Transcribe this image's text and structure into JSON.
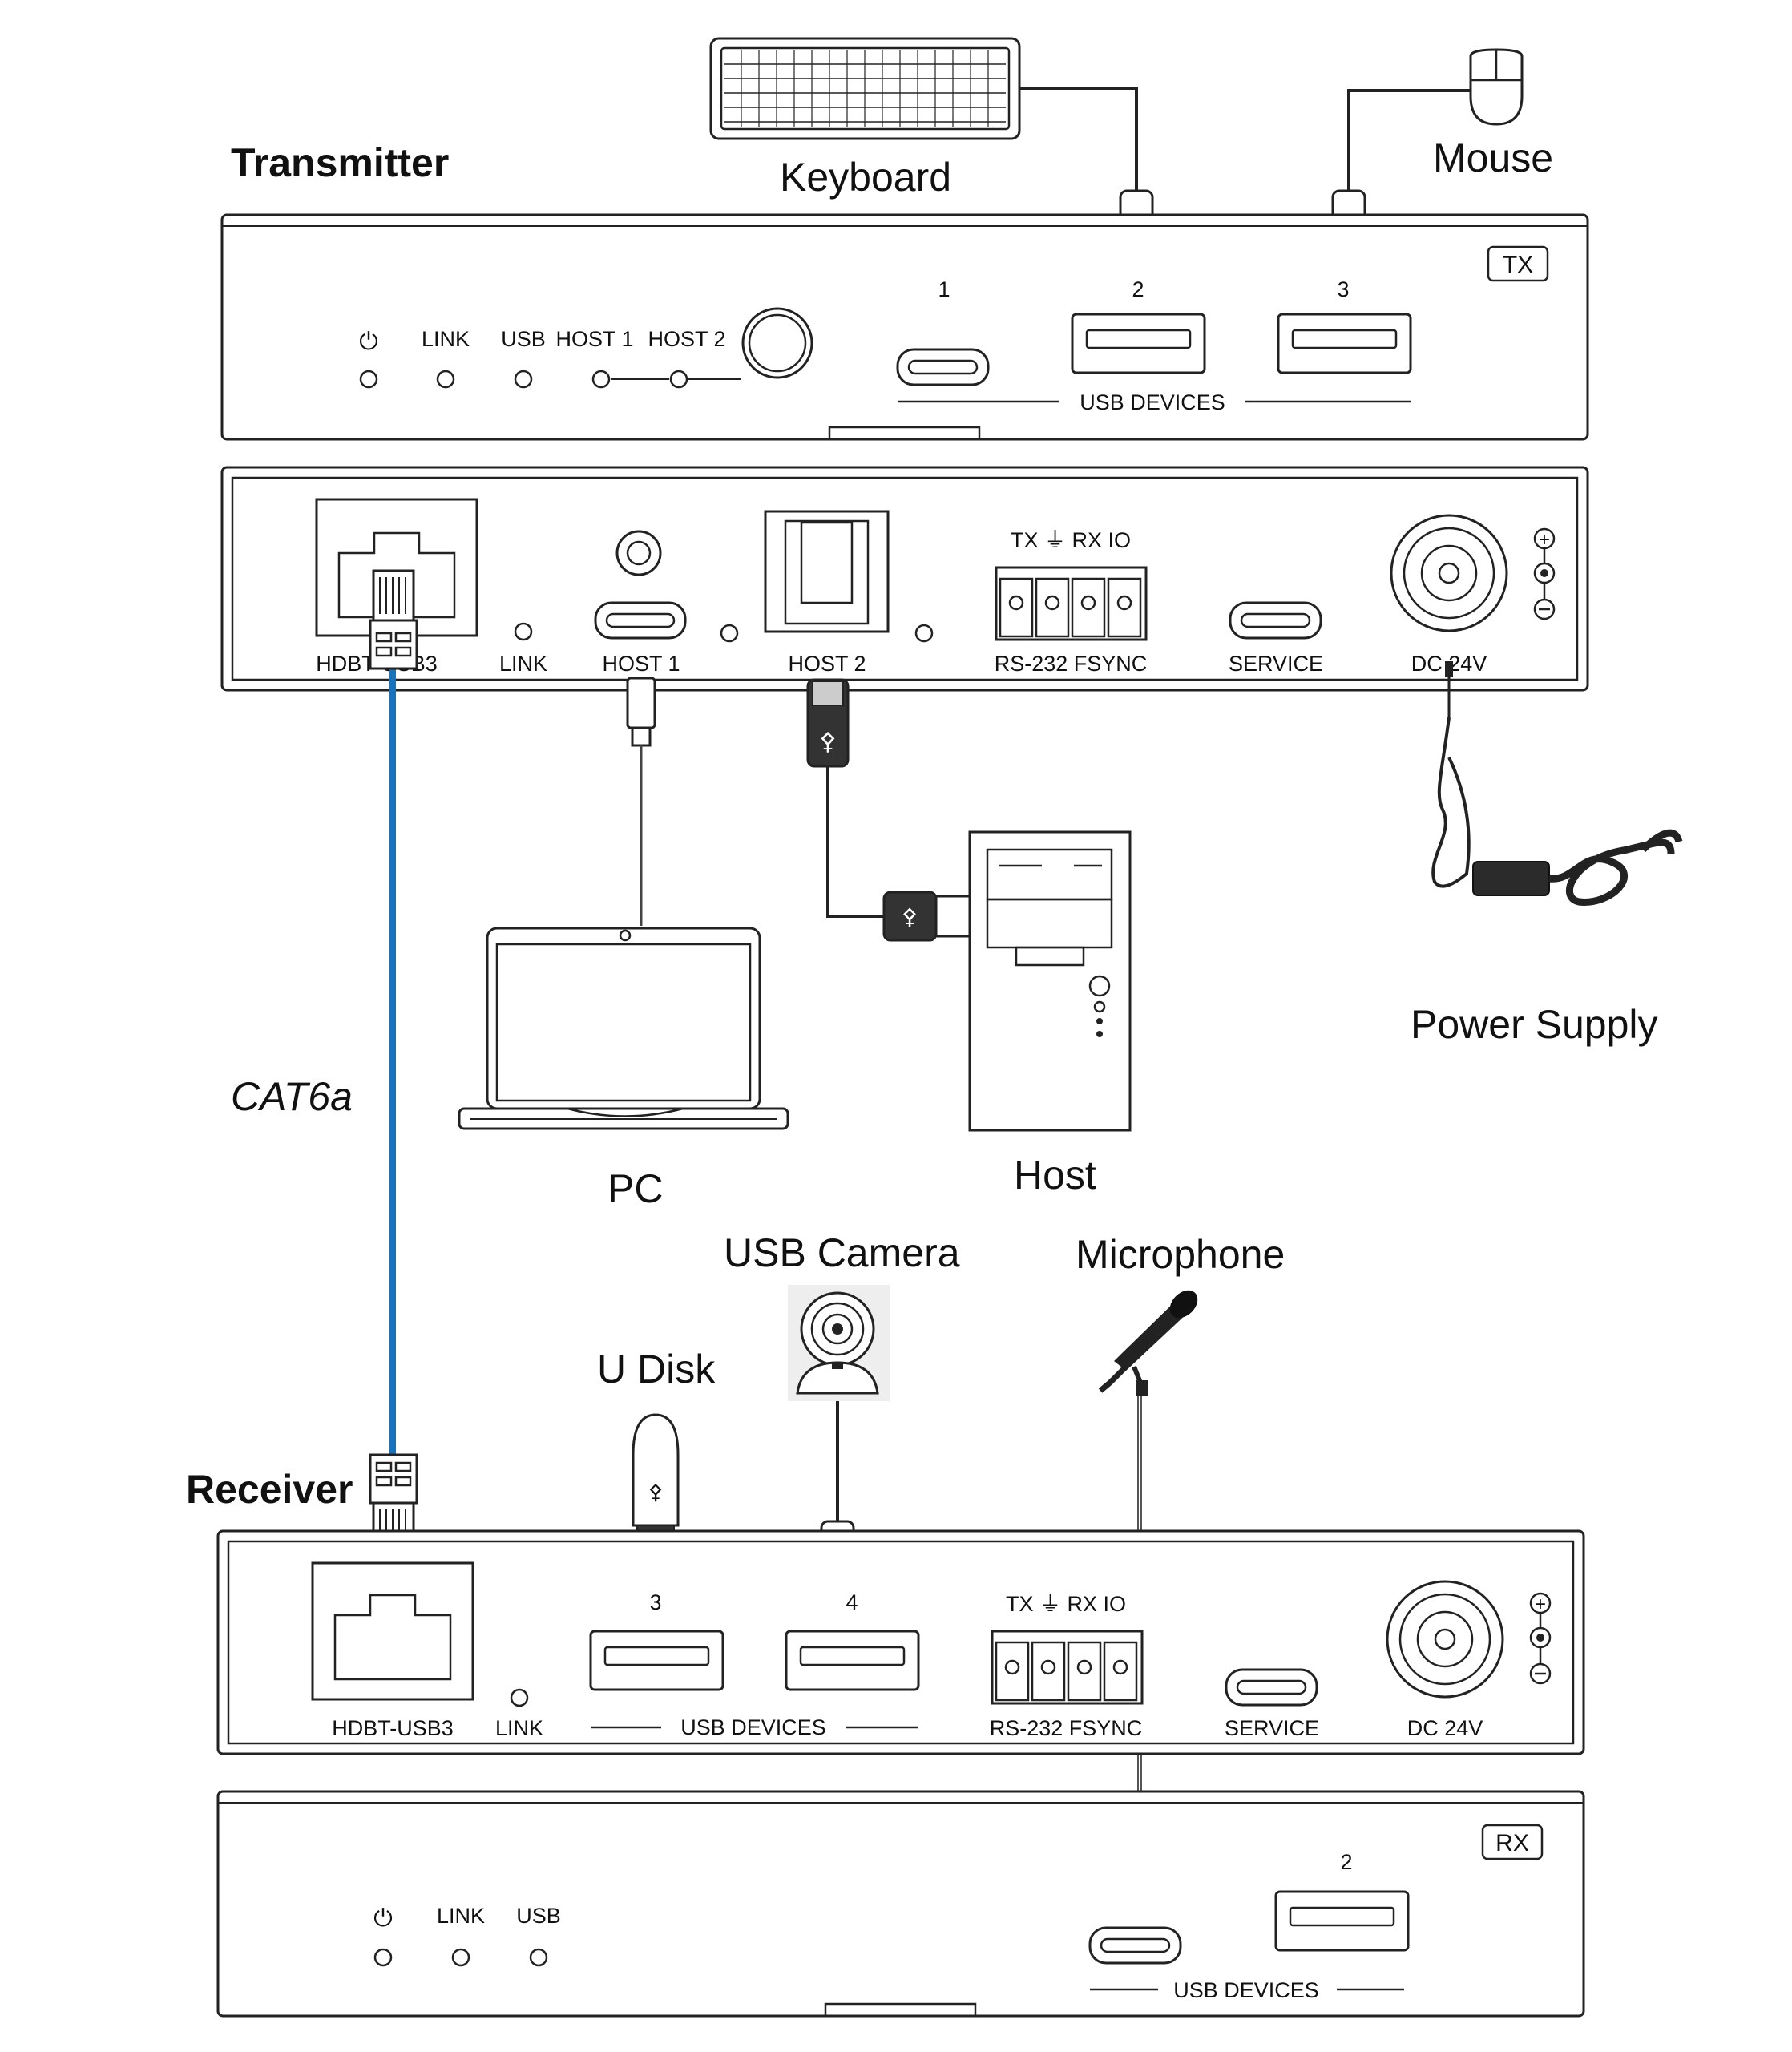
{
  "sections": {
    "transmitter_title": "Transmitter",
    "receiver_title": "Receiver"
  },
  "devices": {
    "keyboard": "Keyboard",
    "mouse": "Mouse",
    "pc": "PC",
    "host": "Host",
    "power_supply": "Power Supply",
    "usb_camera": "USB Camera",
    "microphone": "Microphone",
    "u_disk": "U Disk",
    "cable": "CAT6a"
  },
  "tx_front": {
    "badge": "TX",
    "led_labels": [
      "LINK",
      "USB",
      "HOST 1",
      "HOST 2"
    ],
    "power_symbol": "⏻",
    "port_numbers": [
      "1",
      "2",
      "3"
    ],
    "usb_devices": "USB DEVICES"
  },
  "tx_rear": {
    "hdbt": "HDBT-USB3",
    "link": "LINK",
    "host1": "HOST 1",
    "host2": "HOST 2",
    "serial_pins": "TX  ⏚  RX  IO",
    "rs232": "RS-232  FSYNC",
    "service": "SERVICE",
    "dc": "DC 24V"
  },
  "rx_rear": {
    "hdbt": "HDBT-USB3",
    "link": "LINK",
    "port_numbers": [
      "3",
      "4"
    ],
    "usb_devices": "USB DEVICES",
    "serial_pins": "TX  ⏚  RX  IO",
    "rs232": "RS-232  FSYNC",
    "service": "SERVICE",
    "dc": "DC 24V"
  },
  "rx_front": {
    "badge": "RX",
    "led_labels": [
      "LINK",
      "USB"
    ],
    "power_symbol": "⏻",
    "port_number": "2",
    "usb_devices": "USB DEVICES"
  },
  "colors": {
    "cat6a_cable": "#1a73b8",
    "line": "#222222",
    "background": "#ffffff"
  }
}
